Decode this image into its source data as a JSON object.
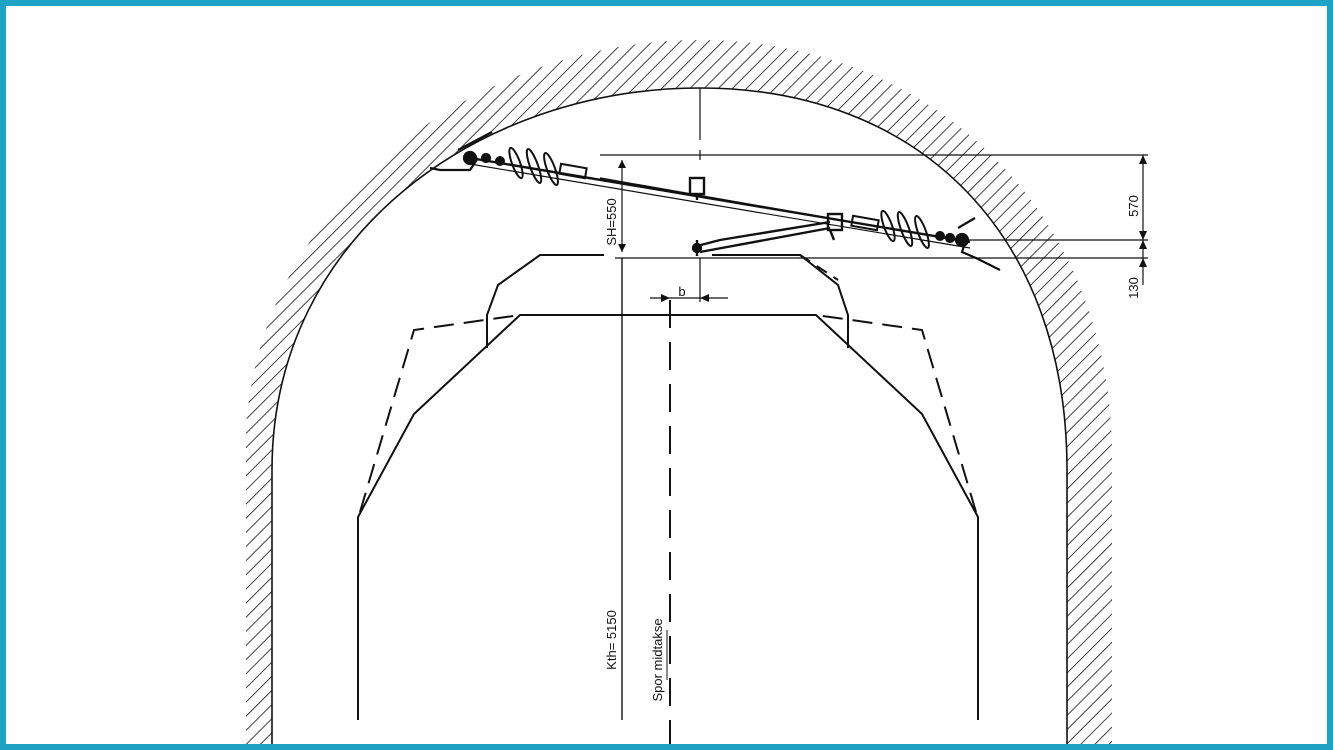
{
  "frame": {
    "border_color": "#1ea3c4"
  },
  "labels": {
    "dim_570": "570",
    "dim_130": "130",
    "system_height": "SH=550",
    "stagger": "b",
    "contact_wire_height": "Kth= 5150",
    "track_centreline": "Spor midtakse"
  },
  "icons": [
    "tunnel-wall-hatch",
    "insulator-icon",
    "cantilever-bracket",
    "dimension-arrow"
  ]
}
